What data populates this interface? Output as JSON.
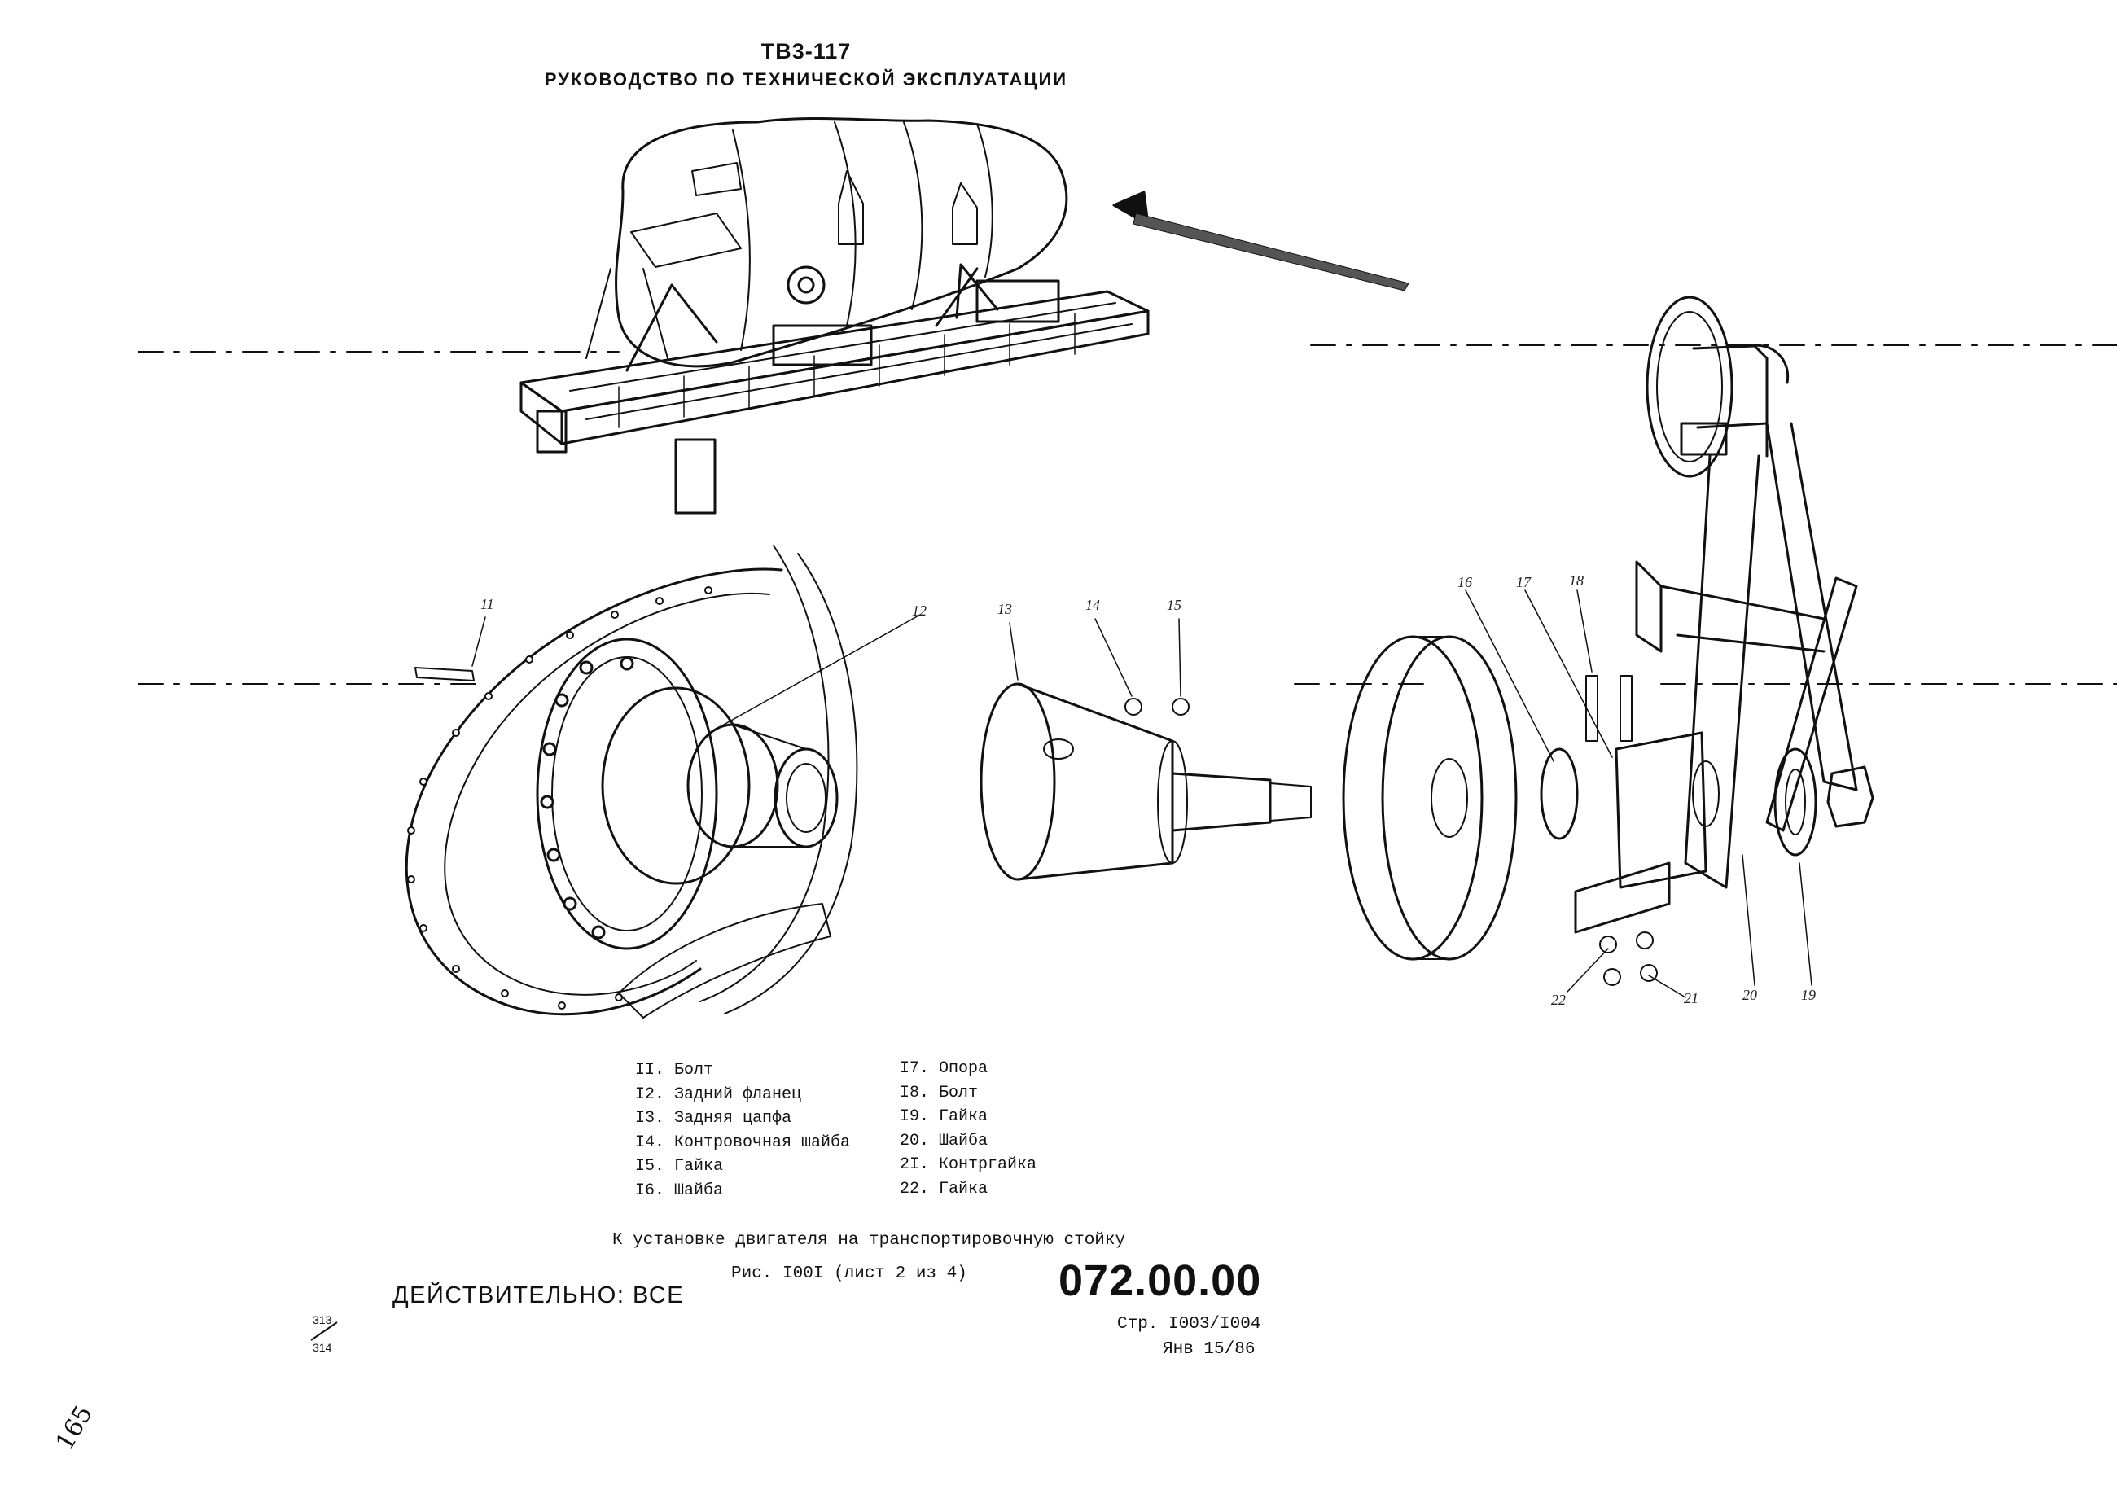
{
  "header": {
    "model": "ТВ3-117",
    "manual_title": "РУКОВОДСТВО ПО ТЕХНИЧЕСКОЙ ЭКСПЛУАТАЦИИ"
  },
  "callouts": [
    "11",
    "12",
    "13",
    "14",
    "15",
    "16",
    "17",
    "18",
    "19",
    "20",
    "21",
    "22"
  ],
  "legend": {
    "left": [
      "II. Болт",
      "I2. Задний фланец",
      "I3. Задняя цапфа",
      "I4. Контровочная шайба",
      "I5. Гайка",
      "I6. Шайба"
    ],
    "right": [
      "I7. Опора",
      "I8. Болт",
      "I9. Гайка",
      "20. Шайба",
      "2I. Контргайка",
      "22. Гайка"
    ]
  },
  "caption": "К установке двигателя на транспортировочную стойку",
  "figure_ref": "Рис. I00I (лист 2 из 4)",
  "effectivity": "ДЕЙСТВИТЕЛЬНО: ВСЕ",
  "doc_number": "072.00.00",
  "page_ref": "Стр. I003/I004",
  "date": "Янв 15/86",
  "page_marks": {
    "top": "313",
    "bottom": "314"
  },
  "handwritten": "165"
}
